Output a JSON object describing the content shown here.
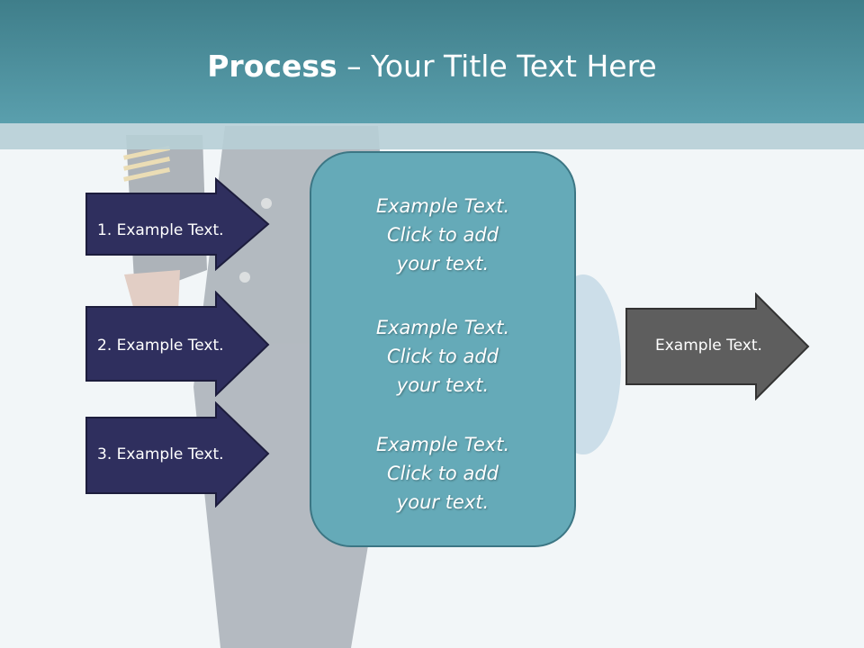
{
  "title": {
    "bold": "Process",
    "rest": " – Your Title Text Here"
  },
  "left_steps": [
    {
      "label": "1. Example Text."
    },
    {
      "label": "2. Example Text."
    },
    {
      "label": "3. Example Text."
    }
  ],
  "center_items": [
    {
      "text": "Example Text.\nClick  to add\nyour text."
    },
    {
      "text": "Example Text.\nClick  to add\nyour text."
    },
    {
      "text": "Example Text.\nClick  to add\nyour text."
    }
  ],
  "output": {
    "label": "Example Text."
  },
  "colors": {
    "header": "#4c909c",
    "step_arrow": "#2f2f5e",
    "center_box": "#65aab8",
    "output_arrow": "#5e5e5e"
  }
}
